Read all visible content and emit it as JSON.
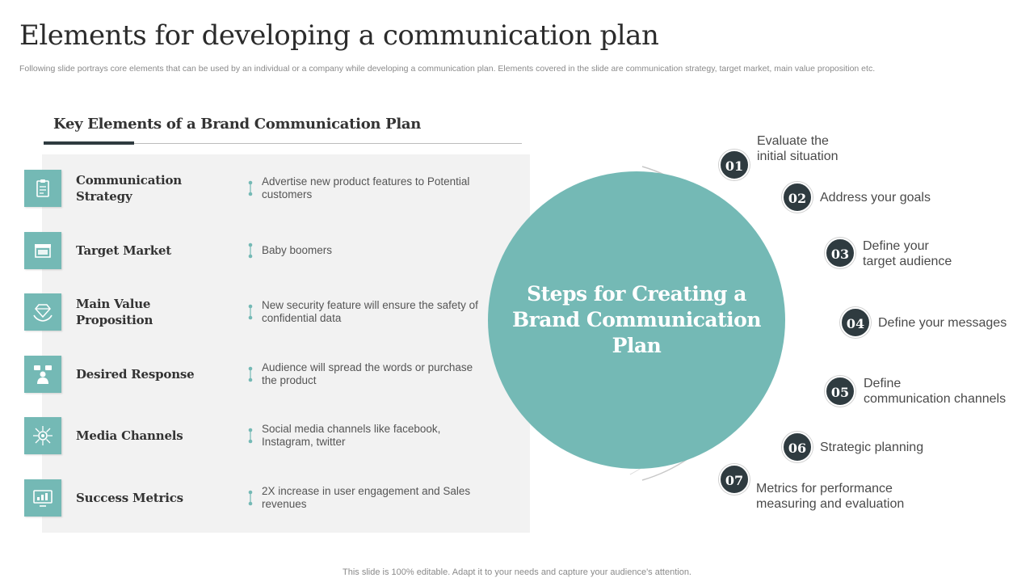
{
  "header": {
    "title": "Elements for developing a communication plan",
    "subtitle": "Following slide portrays core elements that can be used by an individual or a company while developing a communication plan. Elements covered in the slide are communication strategy, target market, main value proposition etc."
  },
  "key_elements": {
    "heading": "Key Elements of a Brand Communication  Plan",
    "items": [
      {
        "name": "Communication Strategy",
        "description": "Advertise new product features to Potential customers",
        "icon": "clipboard-icon"
      },
      {
        "name": "Target Market",
        "description": "Baby boomers",
        "icon": "storefront-icon"
      },
      {
        "name": "Main Value Proposition",
        "description": "New security feature will ensure the safety of confidential data",
        "icon": "diamond-hands-icon"
      },
      {
        "name": "Desired Response",
        "description": "Audience will spread the words or purchase the product",
        "icon": "person-speech-icon"
      },
      {
        "name": "Media Channels",
        "description": "Social media channels like facebook, Instagram, twitter",
        "icon": "network-hub-icon"
      },
      {
        "name": "Success Metrics",
        "description": "2X increase in user engagement and Sales revenues",
        "icon": "monitor-chart-icon"
      }
    ]
  },
  "steps": {
    "center_title": "Steps for Creating a Brand Communication Plan",
    "items": [
      {
        "number": "01",
        "label": "Evaluate the\ninitial situation"
      },
      {
        "number": "02",
        "label": "Address your goals"
      },
      {
        "number": "03",
        "label": "Define your\ntarget audience"
      },
      {
        "number": "04",
        "label": "Define your messages"
      },
      {
        "number": "05",
        "label": "Define\ncommunication channels"
      },
      {
        "number": "06",
        "label": "Strategic planning"
      },
      {
        "number": "07",
        "label": "Metrics for performance\nmeasuring and evaluation"
      }
    ]
  },
  "footer": {
    "note": "This slide is 100% editable. Adapt it to your needs and capture your audience's attention."
  },
  "colors": {
    "teal": "#74b9b5",
    "dark": "#2f3b40",
    "panel": "#f2f2f2"
  }
}
